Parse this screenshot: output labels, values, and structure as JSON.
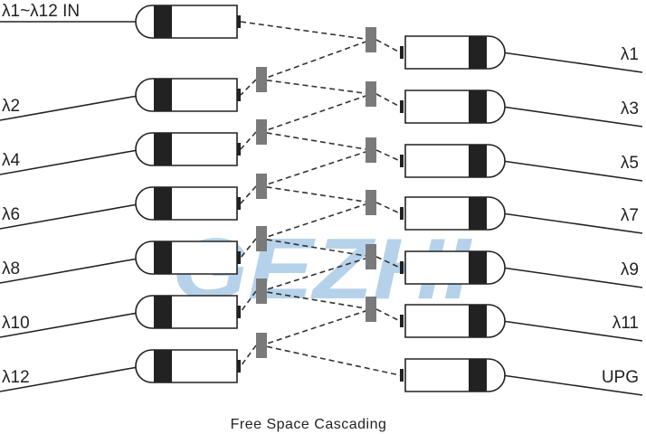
{
  "input_label": "λ1~λ12 IN",
  "left_labels": [
    "λ2",
    "λ4",
    "λ6",
    "λ8",
    "λ10",
    "λ12"
  ],
  "right_labels": [
    "λ1",
    "λ3",
    "λ5",
    "λ7",
    "λ9",
    "λ11",
    "UPG"
  ],
  "caption": "Free Space Cascading",
  "watermark": "GEZHI"
}
